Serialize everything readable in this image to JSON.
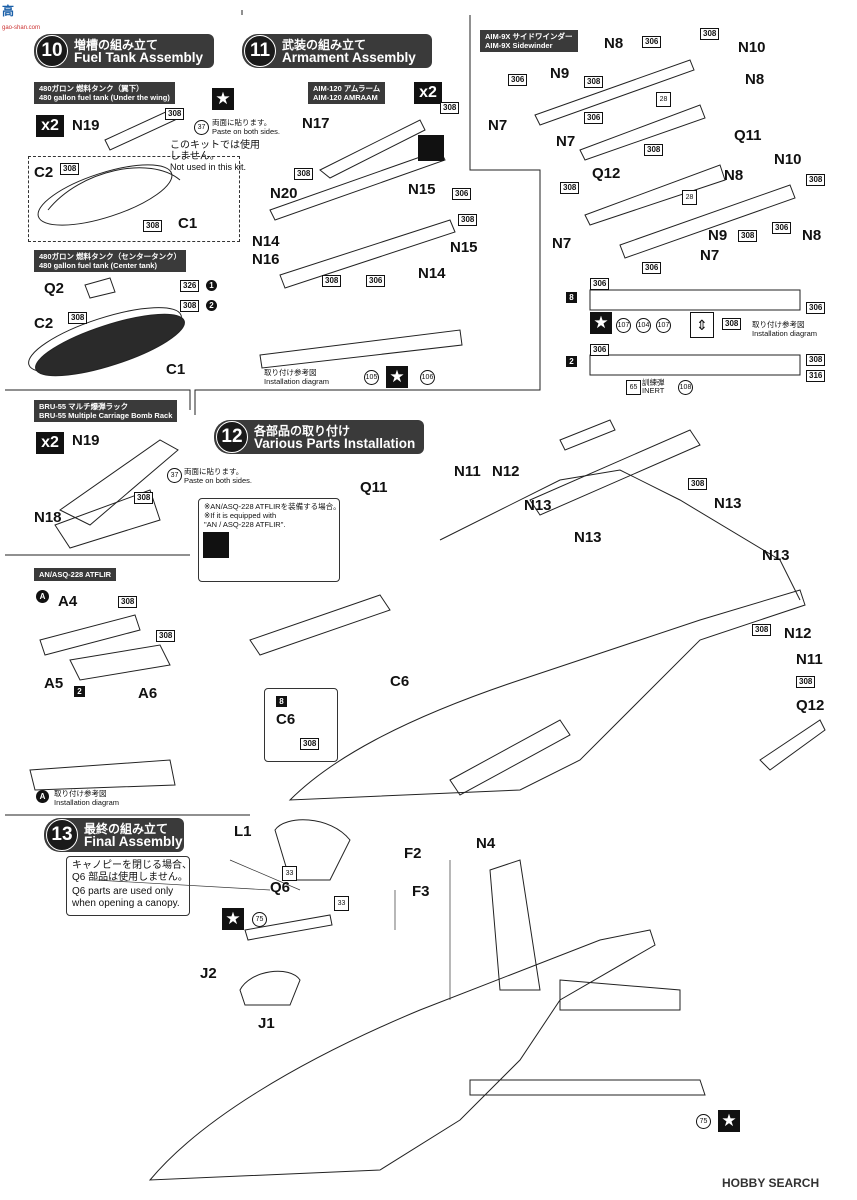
{
  "watermark_top": {
    "brand": "高",
    "site": "gao-shan.com"
  },
  "section10": {
    "num": "10",
    "jp": "増槽の組み立て",
    "en": "Fuel Tank Assembly"
  },
  "section11": {
    "num": "11",
    "jp": "武装の組み立て",
    "en": "Armament Assembly"
  },
  "section12": {
    "num": "12",
    "jp": "各部品の取り付け",
    "en": "Various Parts Installation"
  },
  "section13": {
    "num": "13",
    "jp": "最終の組み立て",
    "en": "Final Assembly"
  },
  "tank_wing": {
    "jp": "480ガロン 燃料タンク（翼下）",
    "en": "480 gallon fuel tank (Under the wing)",
    "qty": "x2",
    "part": "N19",
    "c2": "C2",
    "c1": "C1",
    "ref": "37",
    "paste_jp": "両面に貼ります。",
    "paste_en": "Paste on both sides.",
    "notused_jp": "このキットでは使用しません。",
    "notused_en": "Not used in this kit."
  },
  "tank_center": {
    "jp": "480ガロン 燃料タンク（センタータンク）",
    "en": "480 gallon fuel tank (Center tank)",
    "q2": "Q2",
    "c2": "C2",
    "c1": "C1",
    "code1": "326",
    "code2": "308",
    "m1": "1",
    "m2": "2"
  },
  "bru55": {
    "jp": "BRU-55 マルチ爆弾ラック",
    "en": "BRU-55 Multiple Carriage Bomb Rack",
    "qty": "x2",
    "n19": "N19",
    "n18": "N18",
    "ref": "37",
    "paste_jp": "両面に貼ります。",
    "paste_en": "Paste on both sides."
  },
  "atflir": {
    "title": "AN/ASQ-228 ATFLIR",
    "a": "A",
    "a4": "A4",
    "a5": "A5",
    "a6": "A6",
    "c2": "2",
    "diag_jp": "取り付け参考図",
    "diag_en": "Installation diagram"
  },
  "amraam": {
    "jp": "AIM-120 アムラーム",
    "en": "AIM-120 AMRAAM",
    "qty": "x2",
    "n17": "N17",
    "n20": "N20",
    "n15a": "N15",
    "n15b": "N15",
    "n14a": "N14",
    "n14b": "N14",
    "n16": "N16",
    "diag_jp": "取り付け参考図",
    "diag_en": "Installation diagram",
    "d105": "105",
    "d106": "106"
  },
  "sidewinder": {
    "jp": "AIM-9X サイドワインダー",
    "en": "AIM-9X Sidewinder",
    "n8a": "N8",
    "n8b": "N8",
    "n8c": "N8",
    "n8d": "N8",
    "n10a": "N10",
    "n10b": "N10",
    "n9a": "N9",
    "n9b": "N9",
    "n7a": "N7",
    "n7b": "N7",
    "n7c": "N7",
    "n7d": "N7",
    "q11": "Q11",
    "q12": "Q12",
    "p28a": "28",
    "p28b": "28",
    "c8": "8",
    "c2": "2",
    "d107a": "107",
    "d104": "104",
    "d107b": "107",
    "d65": "65",
    "d108": "108",
    "c316": "316",
    "inert_jp": "訓練弾",
    "inert_en": "INERT",
    "diag_jp": "取り付け参考図",
    "diag_en": "Installation diagram"
  },
  "codes": {
    "c306": "306",
    "c308": "308"
  },
  "install": {
    "note_jp": "※AN/ASQ-228 ATFLIRを装備する場合。",
    "note_en1": "※If it is equipped with",
    "note_en2": "\"AN / ASQ-228 ATFLIR\".",
    "q11": "Q11",
    "n11a": "N11",
    "n11b": "N11",
    "n12a": "N12",
    "n12b": "N12",
    "n13a": "N13",
    "n13b": "N13",
    "n13c": "N13",
    "n13d": "N13",
    "c6a": "C6",
    "c6b": "C6",
    "c8": "8",
    "q12": "Q12"
  },
  "final": {
    "l1": "L1",
    "f2": "F2",
    "f3": "F3",
    "n4": "N4",
    "q6": "Q6",
    "j1": "J1",
    "j2": "J2",
    "d33a": "33",
    "d33b": "33",
    "d75a": "75",
    "d75b": "75",
    "note_jp1": "キャノピーを閉じる場合、",
    "note_jp2": "Q6 部品は使用しません。",
    "note_en1": "Q6 parts are used only",
    "note_en2": "when opening a canopy."
  },
  "watermark_bottom": {
    "text": "HOBBY SEARCH"
  }
}
